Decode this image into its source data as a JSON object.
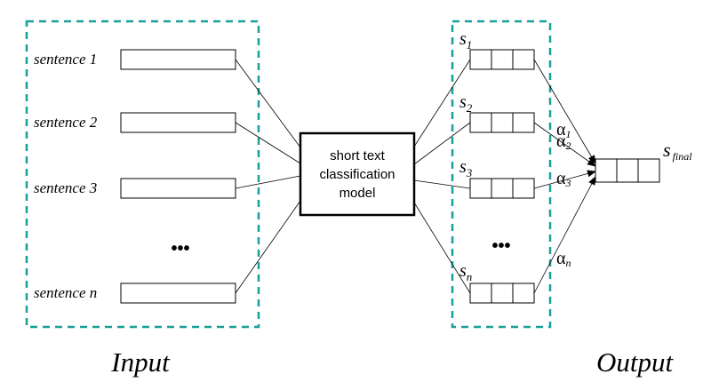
{
  "input": {
    "sentences": [
      "sentence 1",
      "sentence 2",
      "sentence 3",
      "sentence n"
    ],
    "ellipsis": "•••",
    "caption": "Input"
  },
  "model": {
    "lines": [
      "short text",
      "classification",
      "model"
    ]
  },
  "output": {
    "vectors": [
      {
        "base": "s",
        "sub": "1"
      },
      {
        "base": "s",
        "sub": "2"
      },
      {
        "base": "s",
        "sub": "3"
      },
      {
        "base": "s",
        "sub": "n"
      }
    ],
    "ellipsis": "•••",
    "weights": [
      {
        "base": "α",
        "sub": "1"
      },
      {
        "base": "α",
        "sub": "2"
      },
      {
        "base": "α",
        "sub": "3"
      },
      {
        "base": "α",
        "sub": "n"
      }
    ],
    "final": {
      "base": "s",
      "sub": "final"
    },
    "caption": "Output"
  },
  "colors": {
    "dashed_border": "#1a9e9a",
    "stroke": "#000000"
  }
}
